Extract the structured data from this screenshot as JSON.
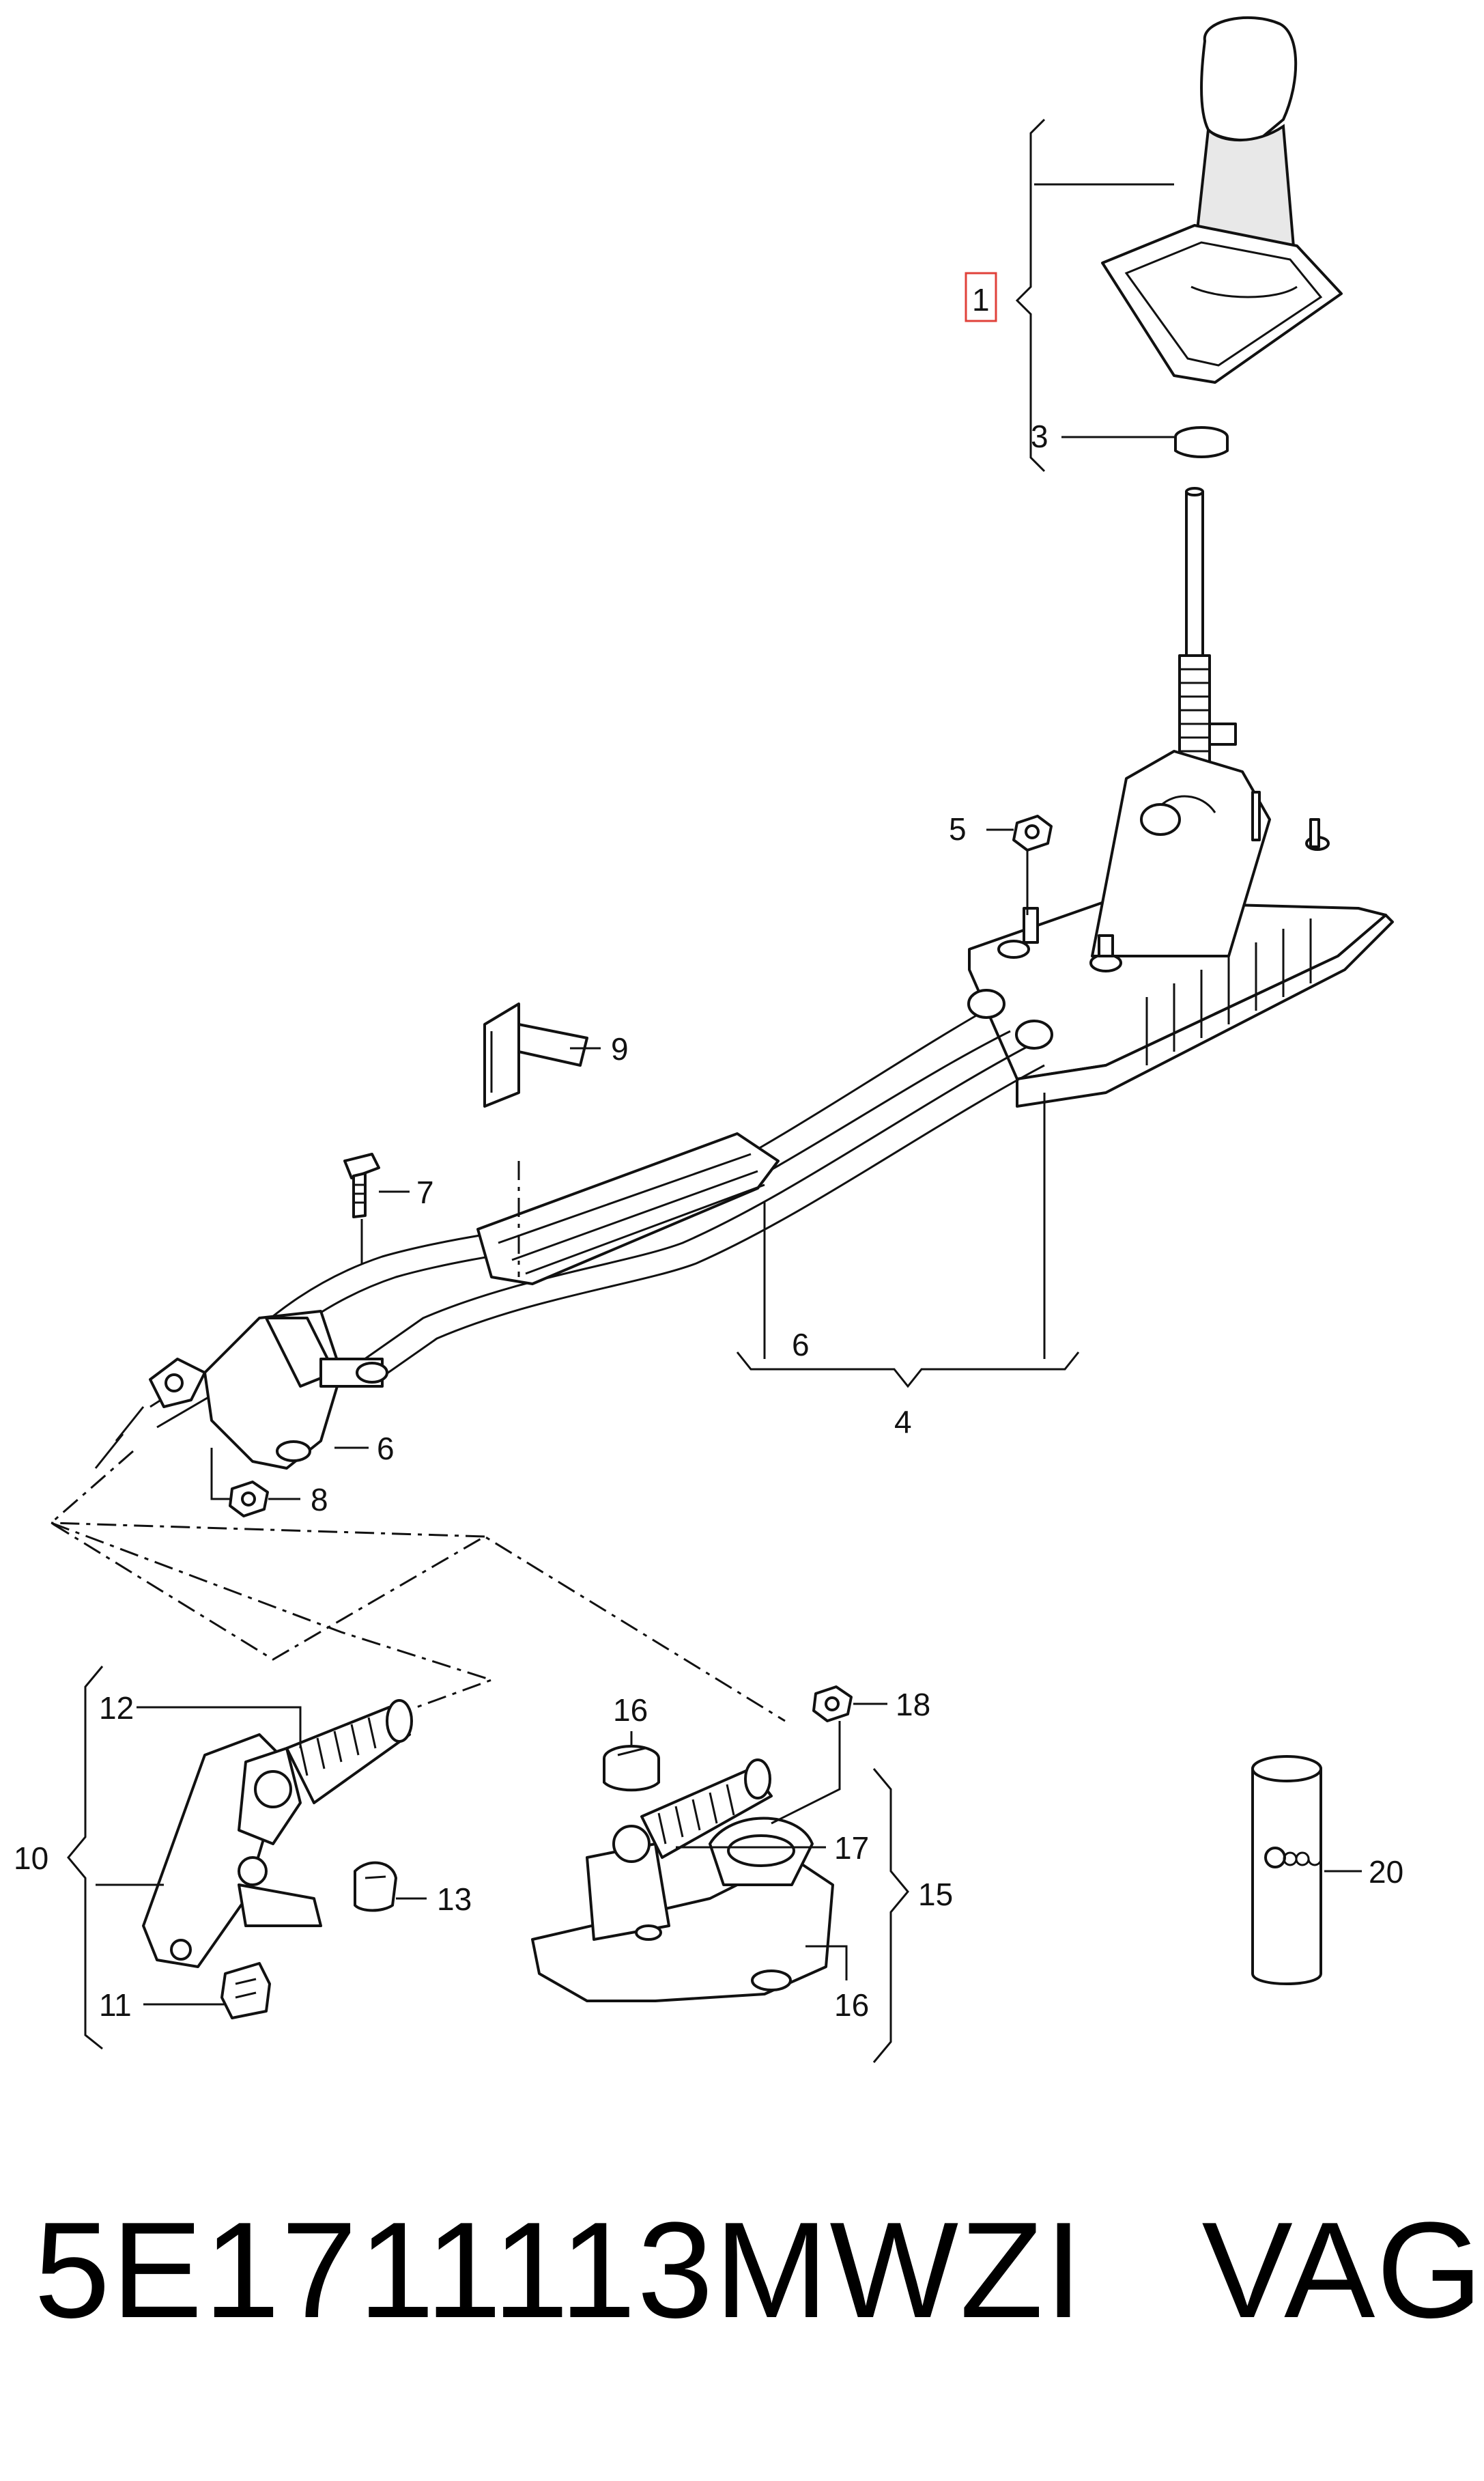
{
  "callouts": {
    "c1": "1",
    "c3": "3",
    "c4": "4",
    "c5": "5",
    "c6a": "6",
    "c6b": "6",
    "c7": "7",
    "c8": "8",
    "c9": "9",
    "c10": "10",
    "c11": "11",
    "c12": "12",
    "c13": "13",
    "c15": "15",
    "c16a": "16",
    "c16b": "16",
    "c17": "17",
    "c18": "18",
    "c20": "20"
  },
  "caption": "5E1711113MWZI   VAG",
  "colors": {
    "highlight_box": "#e0413a",
    "line": "#111111",
    "background": "#ffffff"
  }
}
